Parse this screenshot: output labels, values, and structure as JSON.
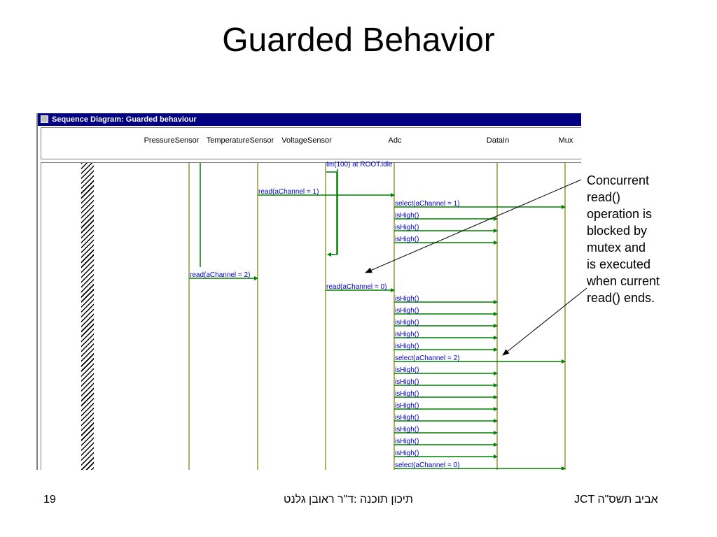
{
  "slide": {
    "title": "Guarded Behavior",
    "page_number": "19",
    "footer_center": "תיכון תוכנה :ד\"ר ראובן גלנט",
    "footer_right": "JCT אביב תשס\"ה"
  },
  "window": {
    "title": "Sequence Diagram: Guarded behaviour",
    "icon": "sequence-diagram-icon"
  },
  "lifelines": [
    {
      "id": "pressure",
      "name": "PressureSensor"
    },
    {
      "id": "temperature",
      "name": "TemperatureSensor"
    },
    {
      "id": "voltage",
      "name": "VoltageSensor"
    },
    {
      "id": "adc",
      "name": "Adc"
    },
    {
      "id": "datain",
      "name": "DataIn"
    },
    {
      "id": "mux",
      "name": "Mux"
    }
  ],
  "messages": [
    {
      "label": "tm(100) at ROOT.idle"
    },
    {
      "label": "read(aChannel = 1)"
    },
    {
      "label": "select(aChannel = 1)"
    },
    {
      "label": "isHigh()"
    },
    {
      "label": "isHigh()"
    },
    {
      "label": "isHigh()"
    },
    {
      "label": "read(aChannel = 2)"
    },
    {
      "label": "read(aChannel = 0)"
    },
    {
      "label": "isHigh()"
    },
    {
      "label": "isHigh()"
    },
    {
      "label": "isHigh()"
    },
    {
      "label": "isHigh()"
    },
    {
      "label": "isHigh()"
    },
    {
      "label": "select(aChannel = 2)"
    },
    {
      "label": "isHigh()"
    },
    {
      "label": "isHigh()"
    },
    {
      "label": "isHigh()"
    },
    {
      "label": "isHigh()"
    },
    {
      "label": "isHigh()"
    },
    {
      "label": "isHigh()"
    },
    {
      "label": "isHigh()"
    },
    {
      "label": "isHigh()"
    },
    {
      "label": "select(aChannel = 0)"
    }
  ],
  "annotation": {
    "lines": [
      "Concurrent",
      "read()",
      "operation is",
      "blocked by",
      "mutex and",
      "is executed",
      "when current",
      "read() ends."
    ]
  },
  "colors": {
    "lifeline": "#999933",
    "message": "#008000",
    "label": "#0000cc",
    "titlebar": "#000080"
  }
}
